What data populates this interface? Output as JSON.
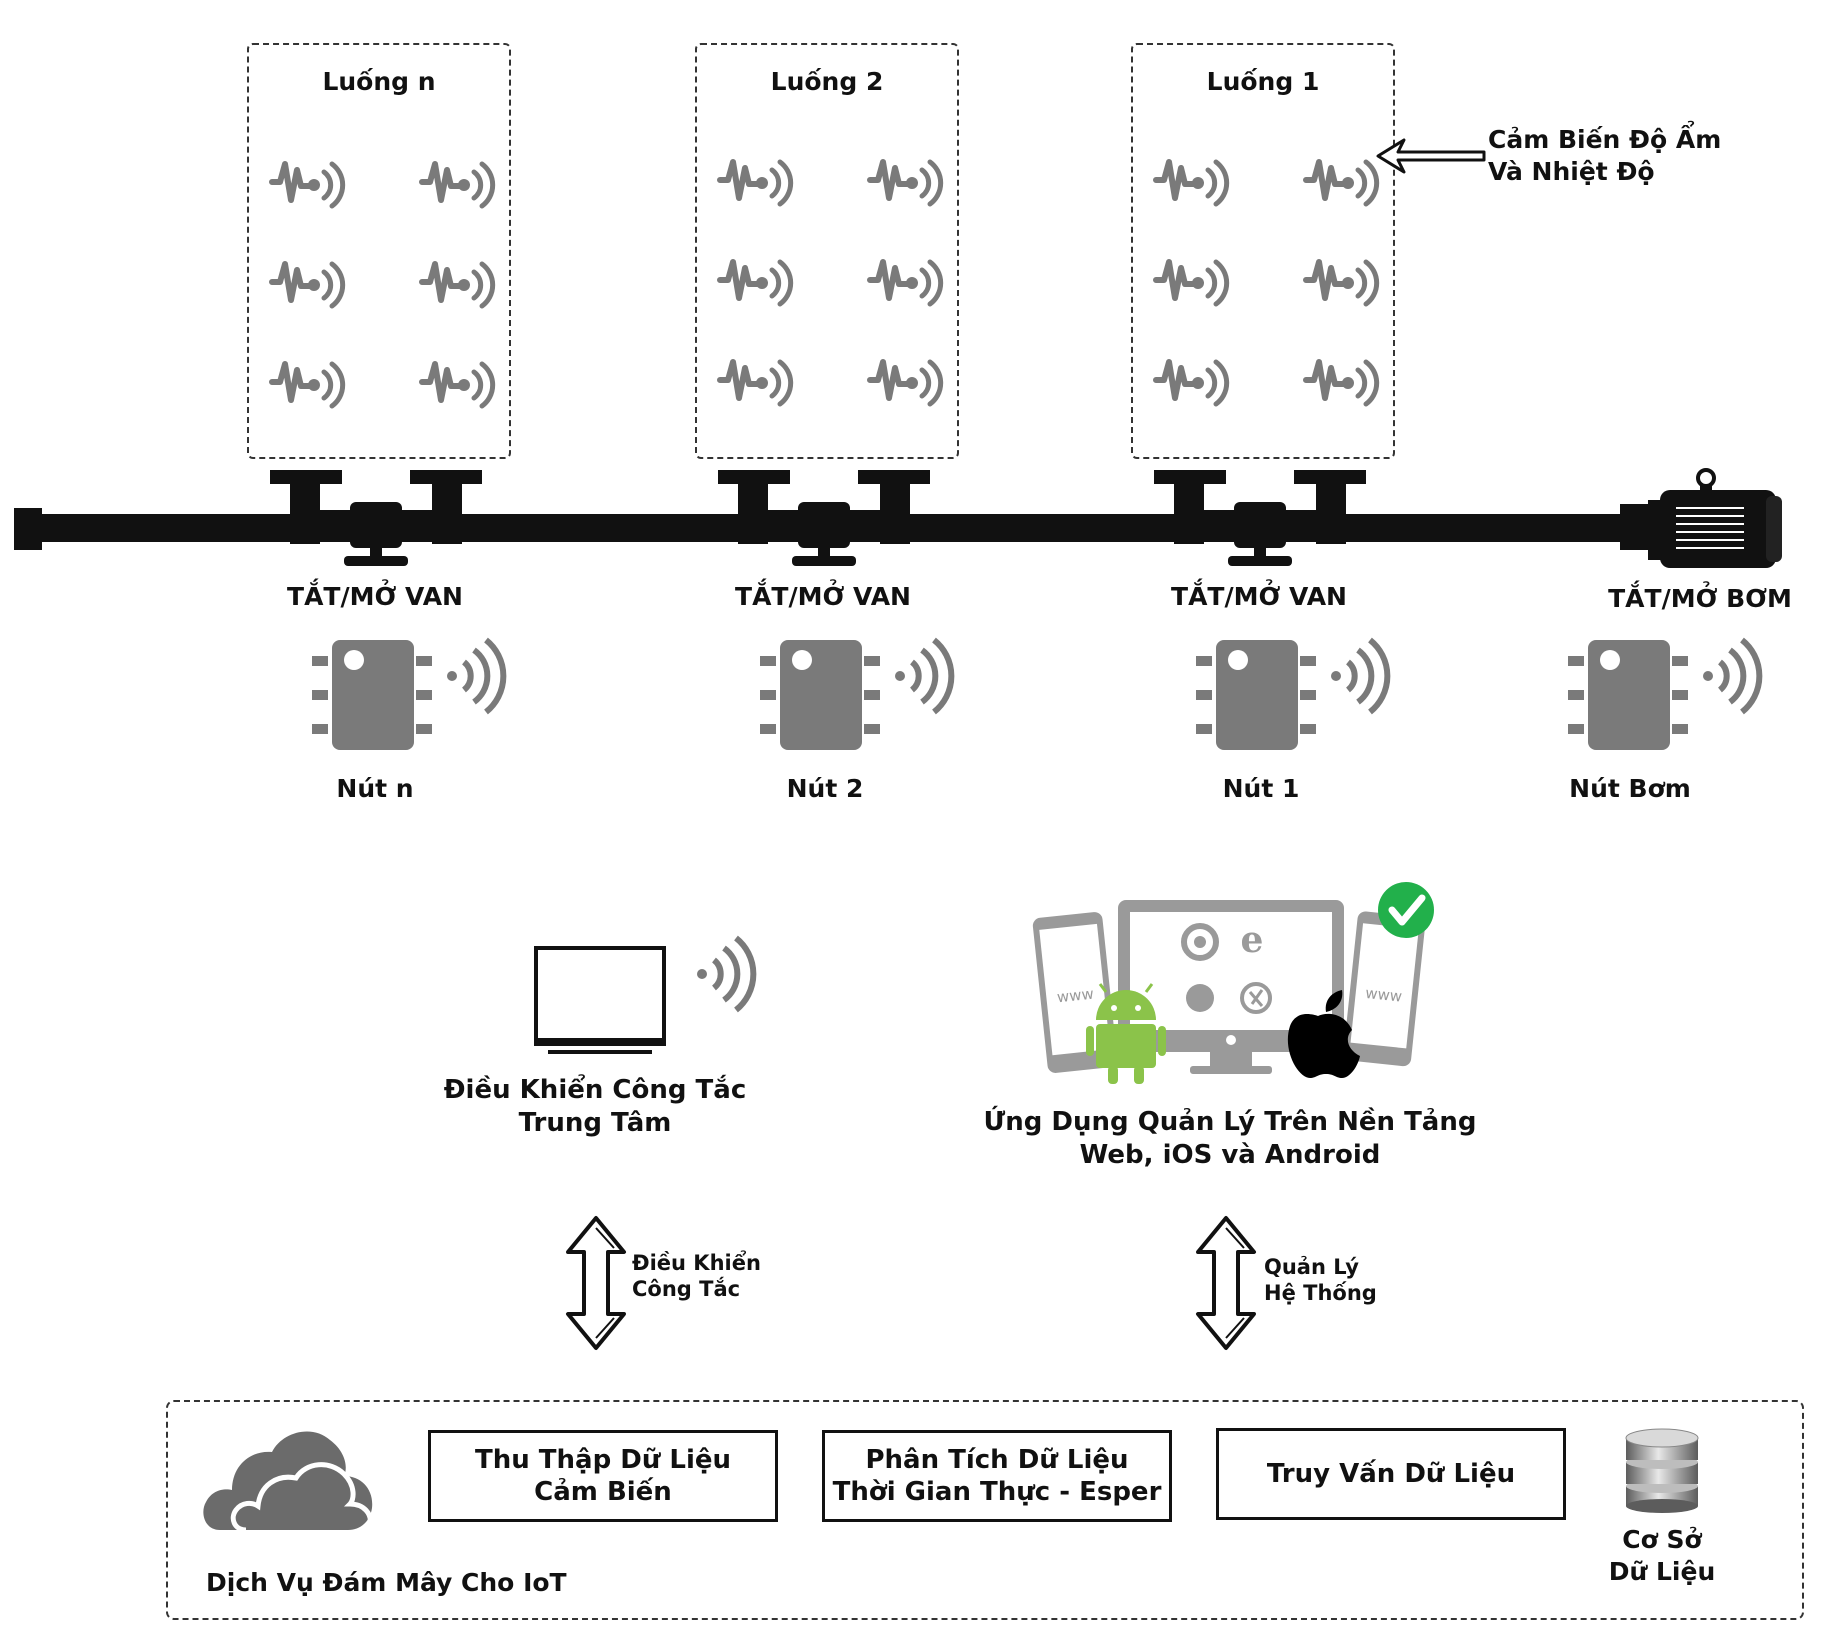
{
  "beds": [
    {
      "id": "n",
      "title": "Luống n"
    },
    {
      "id": "2",
      "title": "Luống 2"
    },
    {
      "id": "1",
      "title": "Luống 1"
    }
  ],
  "sensor_annotation": {
    "line1": "Cảm Biến Độ Ẩm",
    "line2": "Và Nhiệt Độ"
  },
  "valves": [
    {
      "id": "n",
      "label": "TẮT/MỞ VAN"
    },
    {
      "id": "2",
      "label": "TẮT/MỞ VAN"
    },
    {
      "id": "1",
      "label": "TẮT/MỞ VAN"
    }
  ],
  "pump": {
    "label": "TẮT/MỞ BƠM"
  },
  "nodes": [
    {
      "id": "n",
      "label": "Nút n"
    },
    {
      "id": "2",
      "label": "Nút 2"
    },
    {
      "id": "1",
      "label": "Nút 1"
    },
    {
      "id": "pump",
      "label": "Nút Bơm"
    }
  ],
  "controller": {
    "line1": "Điều Khiển Công Tắc",
    "line2": "Trung Tâm"
  },
  "apps": {
    "line1": "Ứng Dụng Quản Lý Trên Nền Tảng",
    "line2": "Web, iOS và Android",
    "phone_text": "www"
  },
  "arrow_left": {
    "line1": "Điều Khiển",
    "line2": "Công Tắc"
  },
  "arrow_right": {
    "line1": "Quản Lý",
    "line2": "Hệ Thống"
  },
  "cloud": {
    "label": "Dịch Vụ Đám Mây Cho IoT",
    "boxes": [
      {
        "line1": "Thu Thập Dữ Liệu",
        "line2": "Cảm Biến"
      },
      {
        "line1": "Phân Tích Dữ Liệu",
        "line2": "Thời Gian Thực - Esper"
      },
      {
        "line1": "Truy Vấn Dữ Liệu",
        "line2": ""
      }
    ],
    "database": {
      "line1": "Cơ Sở",
      "line2": "Dữ Liệu"
    }
  },
  "colors": {
    "icon_gray": "#7a7a7a",
    "pipe": "#111111",
    "check_green": "#22b04b",
    "android_green": "#8bc34a"
  }
}
